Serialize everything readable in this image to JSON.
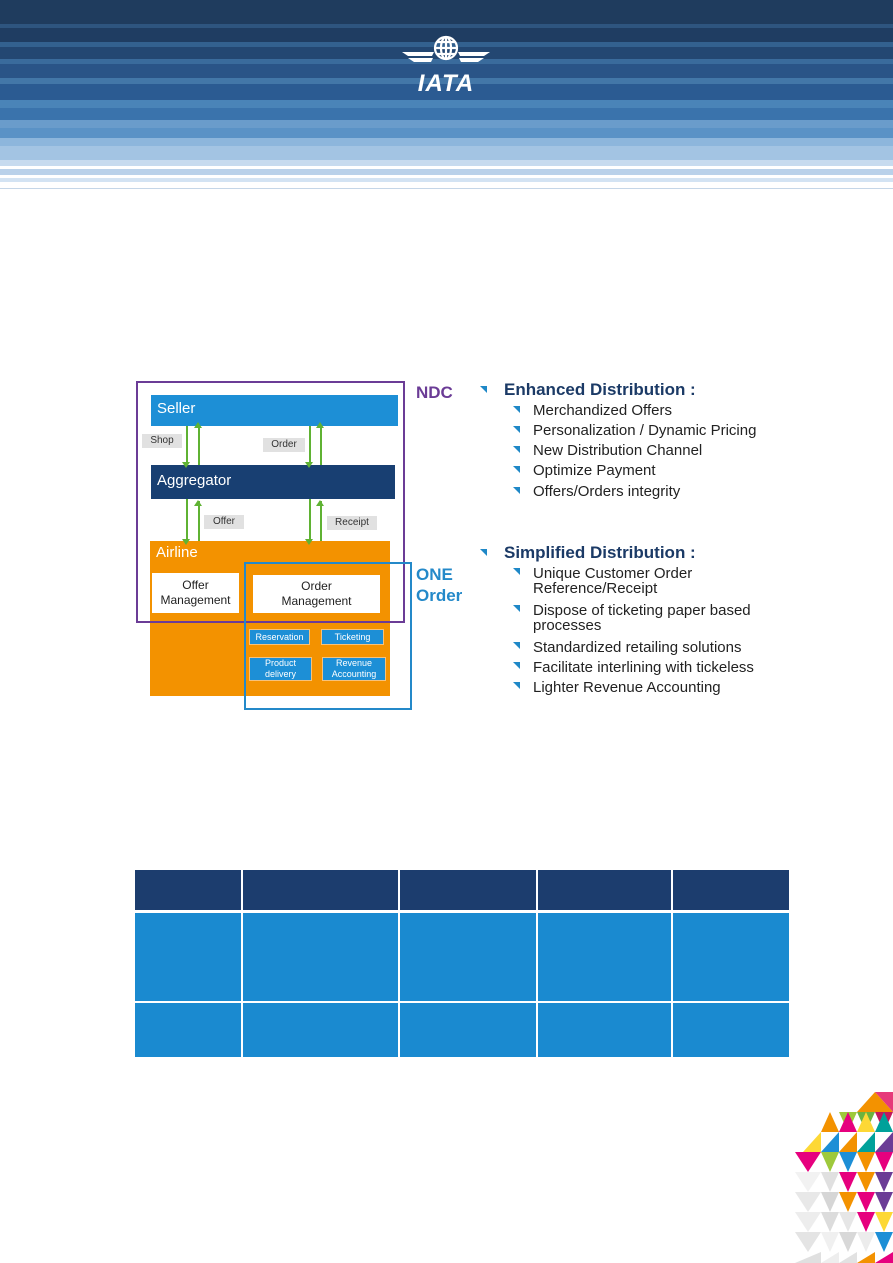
{
  "header": {
    "logo_text": "IATA"
  },
  "diagram": {
    "seller_label": "Seller",
    "aggregator_label": "Aggregator",
    "airline_label": "Airline",
    "shop_label": "Shop",
    "order_label": "Order",
    "offer_label": "Offer",
    "receipt_label": "Receipt",
    "offer_management_line1": "Offer",
    "offer_management_line2": "Management",
    "order_management_line1": "Order",
    "order_management_line2": "Management",
    "reservation_label": "Reservation",
    "ticketing_label": "Ticketing",
    "product_delivery_line1": "Product",
    "product_delivery_line2": "delivery",
    "revenue_accounting_line1": "Revenue",
    "revenue_accounting_line2": "Accounting",
    "ndc_label": "NDC",
    "one_order_line1": "ONE",
    "one_order_line2": "Order",
    "colors": {
      "ndc": "#6b3c96",
      "one_order": "#2489c9",
      "seller": "#1d8fd6",
      "aggregator": "#183f72",
      "airline": "#f39200",
      "arrow": "#5fb233"
    }
  },
  "bullets": {
    "enhanced": {
      "heading": "Enhanced Distribution :",
      "items": [
        "Merchandized Offers",
        "Personalization / Dynamic Pricing",
        "New Distribution Channel",
        "Optimize Payment",
        "Offers/Orders integrity"
      ]
    },
    "simplified": {
      "heading": "Simplified Distribution :",
      "items": [
        [
          "Unique Customer Order",
          "Reference/Receipt"
        ],
        [
          "Dispose of ticketing paper based",
          "processes"
        ],
        [
          "Standardized retailing solutions"
        ],
        [
          "Facilitate interlining with tickeless"
        ],
        [
          "Lighter Revenue Accounting"
        ]
      ]
    }
  },
  "table": {
    "colors": {
      "header": "#1c3d6e",
      "body": "#1a8ad0"
    }
  }
}
